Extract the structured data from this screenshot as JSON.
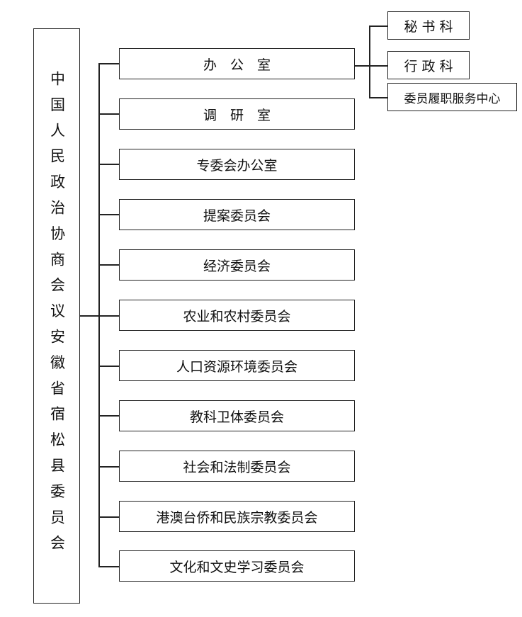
{
  "root": {
    "label": "中国人民政治协商会议安徽省宿松县委员会"
  },
  "departments": [
    {
      "label": "办　公　室"
    },
    {
      "label": "调　研　室"
    },
    {
      "label": "专委会办公室"
    },
    {
      "label": "提案委员会"
    },
    {
      "label": "经济委员会"
    },
    {
      "label": "农业和农村委员会"
    },
    {
      "label": "人口资源环境委员会"
    },
    {
      "label": "教科卫体委员会"
    },
    {
      "label": "社会和法制委员会"
    },
    {
      "label": "港澳台侨和民族宗教委员会"
    },
    {
      "label": "文化和文史学习委员会"
    }
  ],
  "office_sections": [
    {
      "label": "秘 书 科"
    },
    {
      "label": "行 政 科"
    },
    {
      "label": "委员履职服务中心"
    }
  ]
}
